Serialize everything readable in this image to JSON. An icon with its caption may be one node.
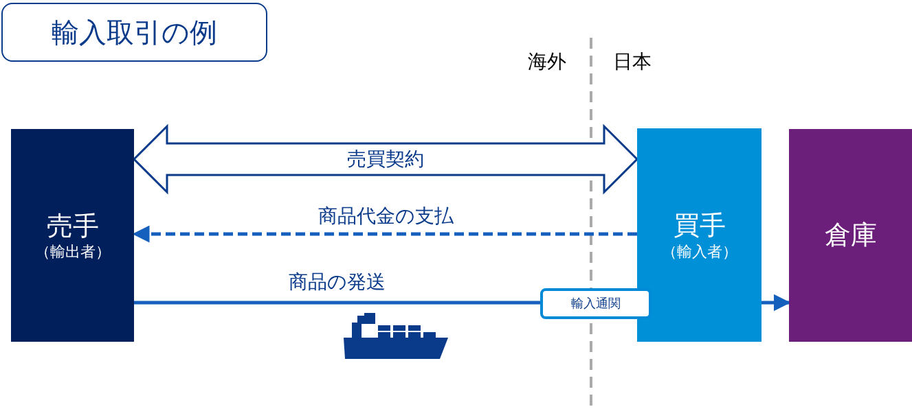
{
  "diagram": {
    "title": "輸入取引の例",
    "nodes": [
      {
        "text": [
          "売手",
          "（輸出者）"
        ]
      },
      {
        "text": [
          "買手",
          "（輸入者）"
        ]
      },
      {
        "text": [
          "倉庫"
        ]
      },
      {
        "text": [
          "輸入通関"
        ]
      }
    ],
    "edges": [
      {
        "from": 0,
        "to": 1,
        "arrow": "both",
        "label": "売買契約",
        "style": "thick"
      },
      {
        "from": 1,
        "to": 0,
        "arrow": "to",
        "label": "商品代金の支払",
        "style": "dashed"
      },
      {
        "from": 0,
        "to": 3,
        "arrow": "none",
        "label": "商品の発送"
      },
      {
        "from": 1,
        "to": 2,
        "arrow": "to"
      }
    ],
    "labels": [
      "海外",
      "日本"
    ]
  }
}
